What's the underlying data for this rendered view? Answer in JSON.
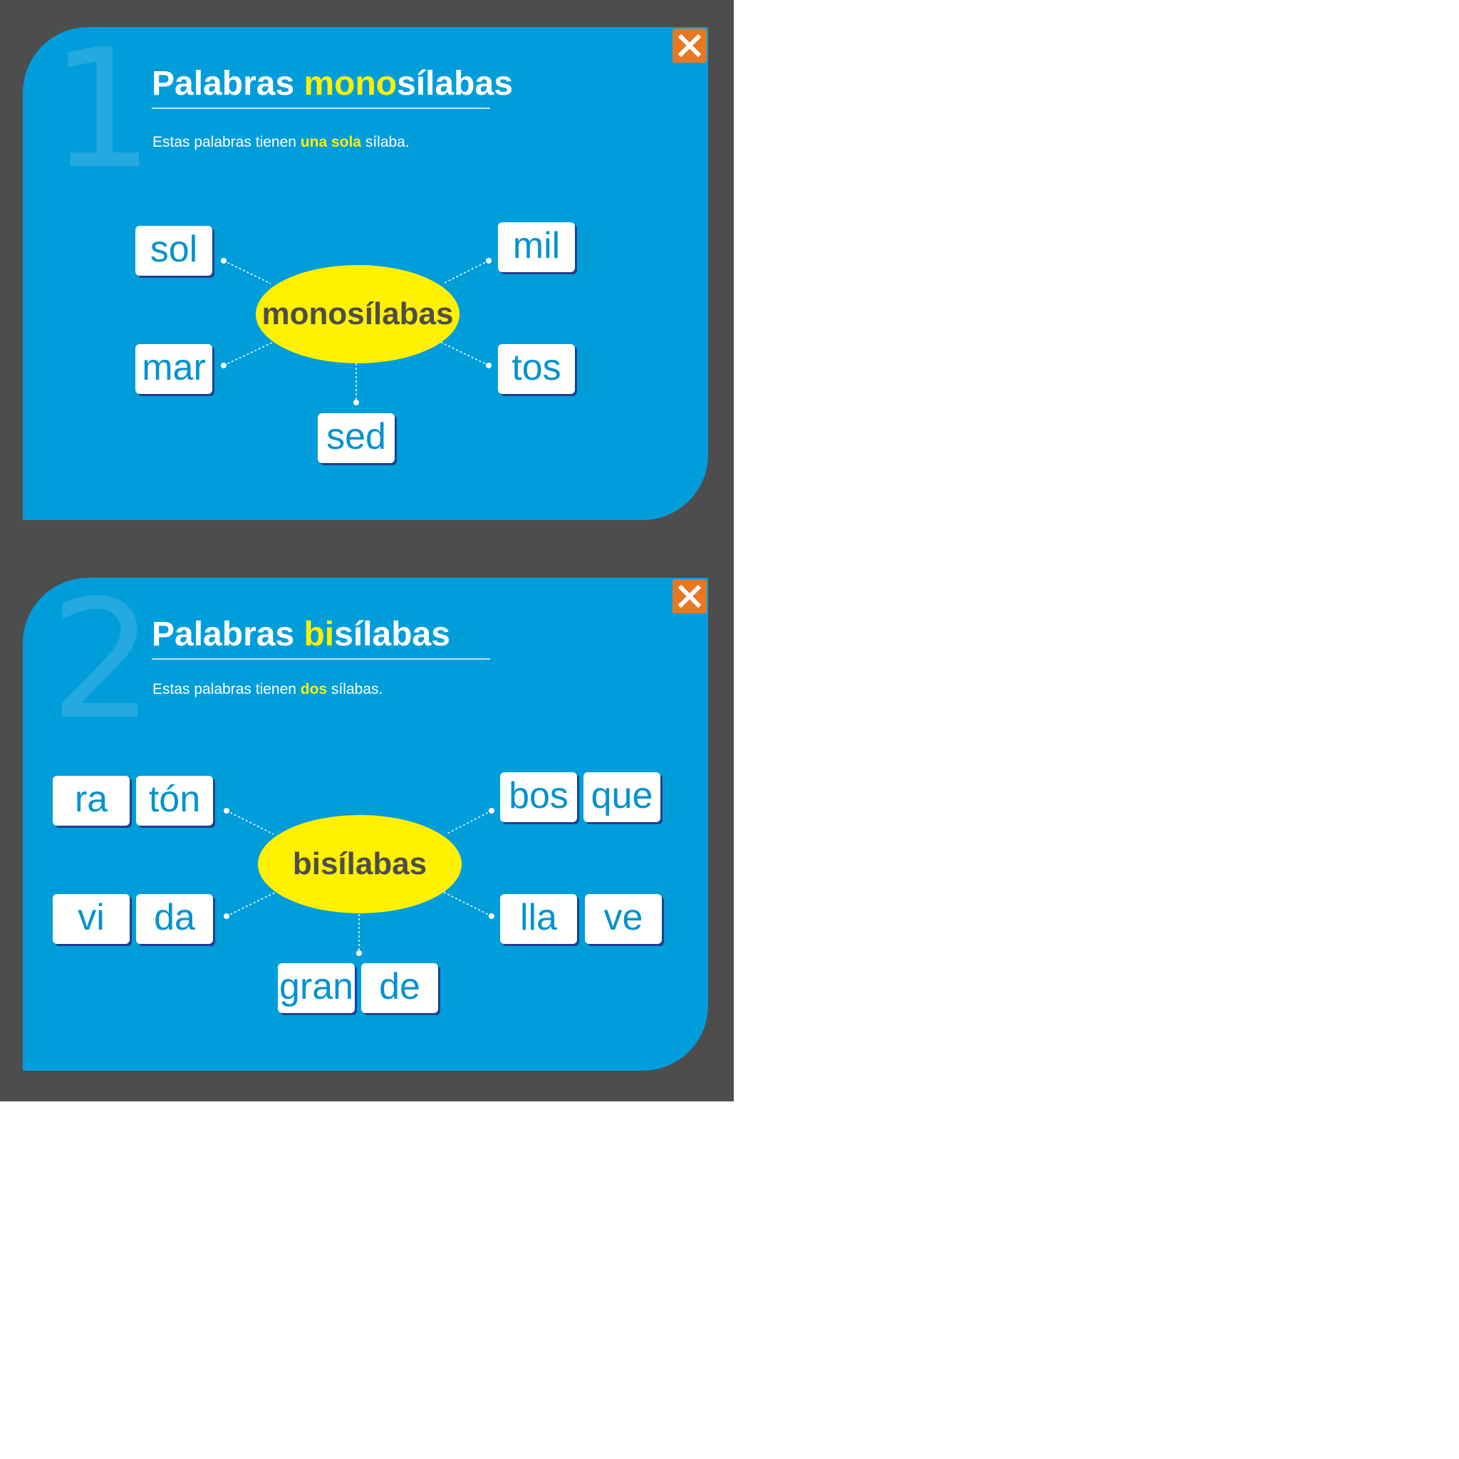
{
  "cards": [
    {
      "number": "1",
      "title_pre": "Palabras ",
      "title_hl": "mono",
      "title_post": "sílabas",
      "subtitle_pre": "Estas palabras tienen ",
      "subtitle_hl": "una sola",
      "subtitle_post": " sílaba.",
      "hub": "monosílabas",
      "words": {
        "top_left": [
          "sol"
        ],
        "top_right": [
          "mil"
        ],
        "bottom_left": [
          "mar"
        ],
        "bottom_right": [
          "tos"
        ],
        "bottom": [
          "sed"
        ]
      }
    },
    {
      "number": "2",
      "title_pre": "Palabras ",
      "title_hl": "bi",
      "title_post": "sílabas",
      "subtitle_pre": "Estas palabras tienen ",
      "subtitle_hl": "dos",
      "subtitle_post": " sílabas.",
      "hub": "bisílabas",
      "words": {
        "top_left": [
          "ra",
          "tón"
        ],
        "top_right": [
          "bos",
          "que"
        ],
        "bottom_left": [
          "vi",
          "da"
        ],
        "bottom_right": [
          "lla",
          "ve"
        ],
        "bottom": [
          "gran",
          "de"
        ]
      }
    }
  ],
  "colors": {
    "panel": "#009ddb",
    "highlight": "#fff100",
    "close": "#e87722",
    "tile_text": "#0092cf",
    "backdrop": "#4d4d4d"
  },
  "icons": {
    "close": "close-icon"
  }
}
